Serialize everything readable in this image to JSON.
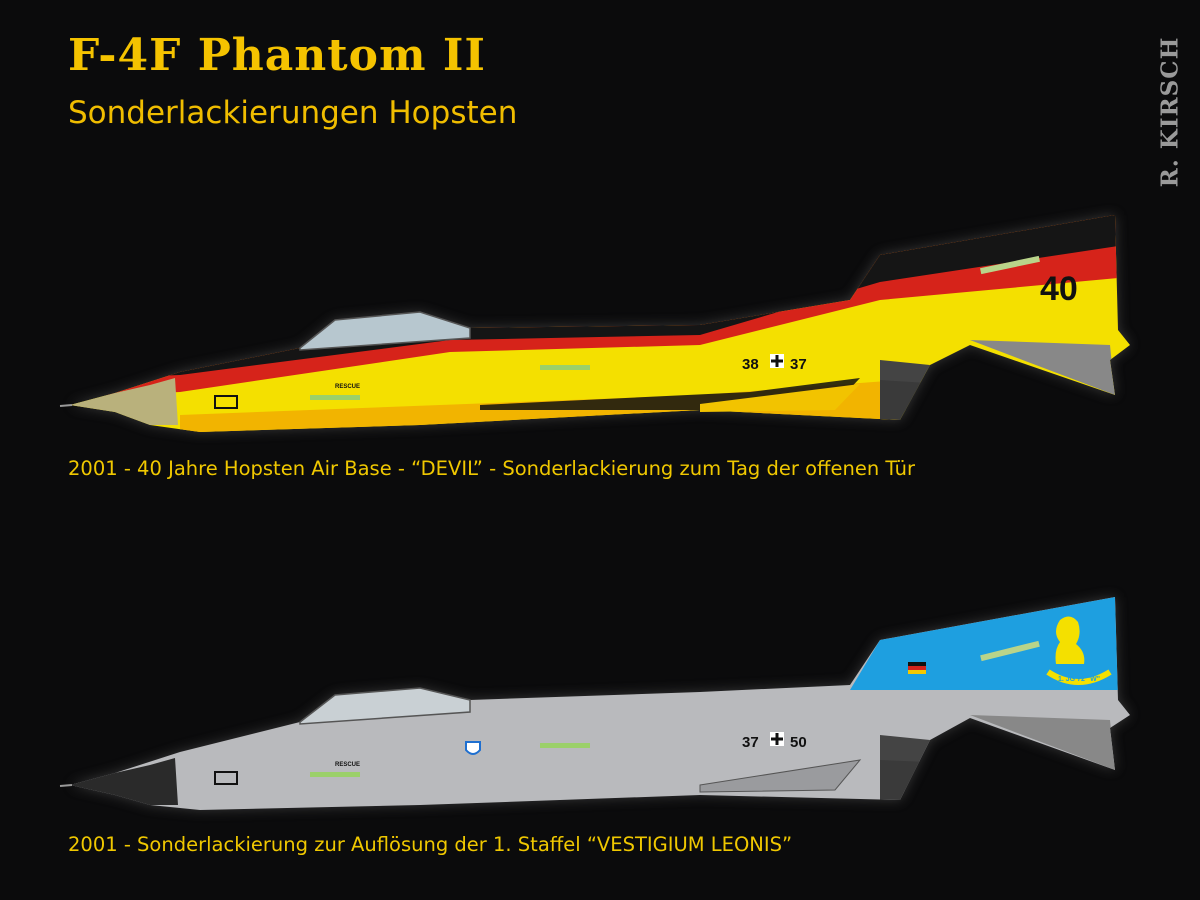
{
  "header": {
    "title": "F-4F Phantom II",
    "subtitle": "Sonderlackierungen Hopsten",
    "author": "R. KIRSCH"
  },
  "aircraft": [
    {
      "caption": "2001 - 40 Jahre Hopsten Air Base - “DEVIL” - Sonderlackierung zum Tag der offenen Tür",
      "tail_code": "40",
      "serial_left": "38",
      "serial_right": "37",
      "rescue_label": "RESCUE",
      "colors": {
        "black": "#151515",
        "red": "#d6231a",
        "yellow": "#f4e000",
        "nose": "#b9b17c"
      }
    },
    {
      "caption": "2001 - Sonderlackierung zur Auflösung der 1. Staffel “VESTIGIUM LEONIS”",
      "serial_left": "37",
      "serial_right": "50",
      "rescue_label": "RESCUE",
      "emblem_text": "1. JG 72 \"W\"",
      "colors": {
        "gray": "#b9babd",
        "fin": "#1e9fe0",
        "emblem": "#f4e000",
        "nose": "#2a2a2a"
      }
    }
  ]
}
